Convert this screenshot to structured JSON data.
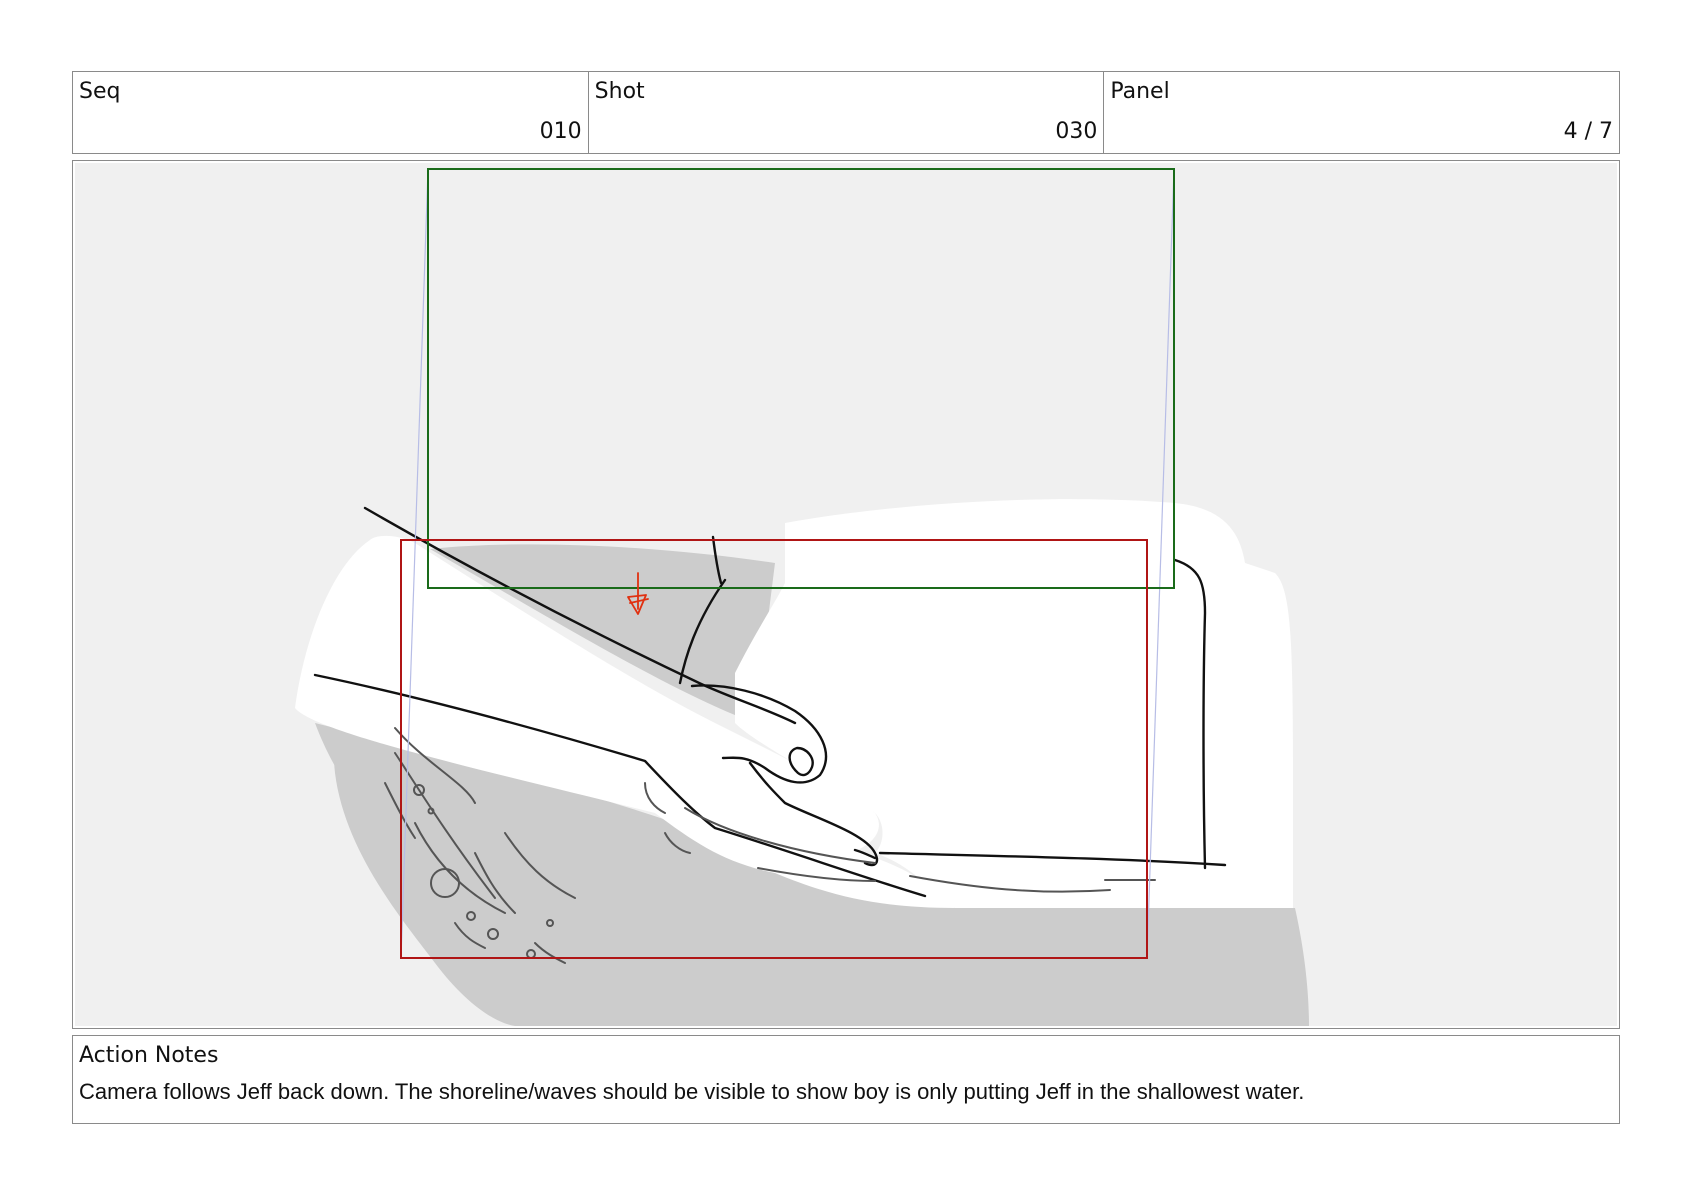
{
  "header": {
    "seq": {
      "label": "Seq",
      "value": "010"
    },
    "shot": {
      "label": "Shot",
      "value": "030"
    },
    "panel": {
      "label": "Panel",
      "value": "4 / 7"
    }
  },
  "frame": {
    "background_color": "#f0f0f0",
    "water_color": "#cccccc",
    "start_frame_color": "#1a6b1a",
    "end_frame_color": "#b01515",
    "camera_move_line_color": "#b7bde6",
    "camera_direction_marker_color": "#e03010",
    "camera_direction": "down"
  },
  "notes": {
    "title": "Action Notes",
    "text": "Camera follows Jeff back down. The shoreline/waves should be visible to show boy is only putting Jeff in the shallowest water."
  }
}
